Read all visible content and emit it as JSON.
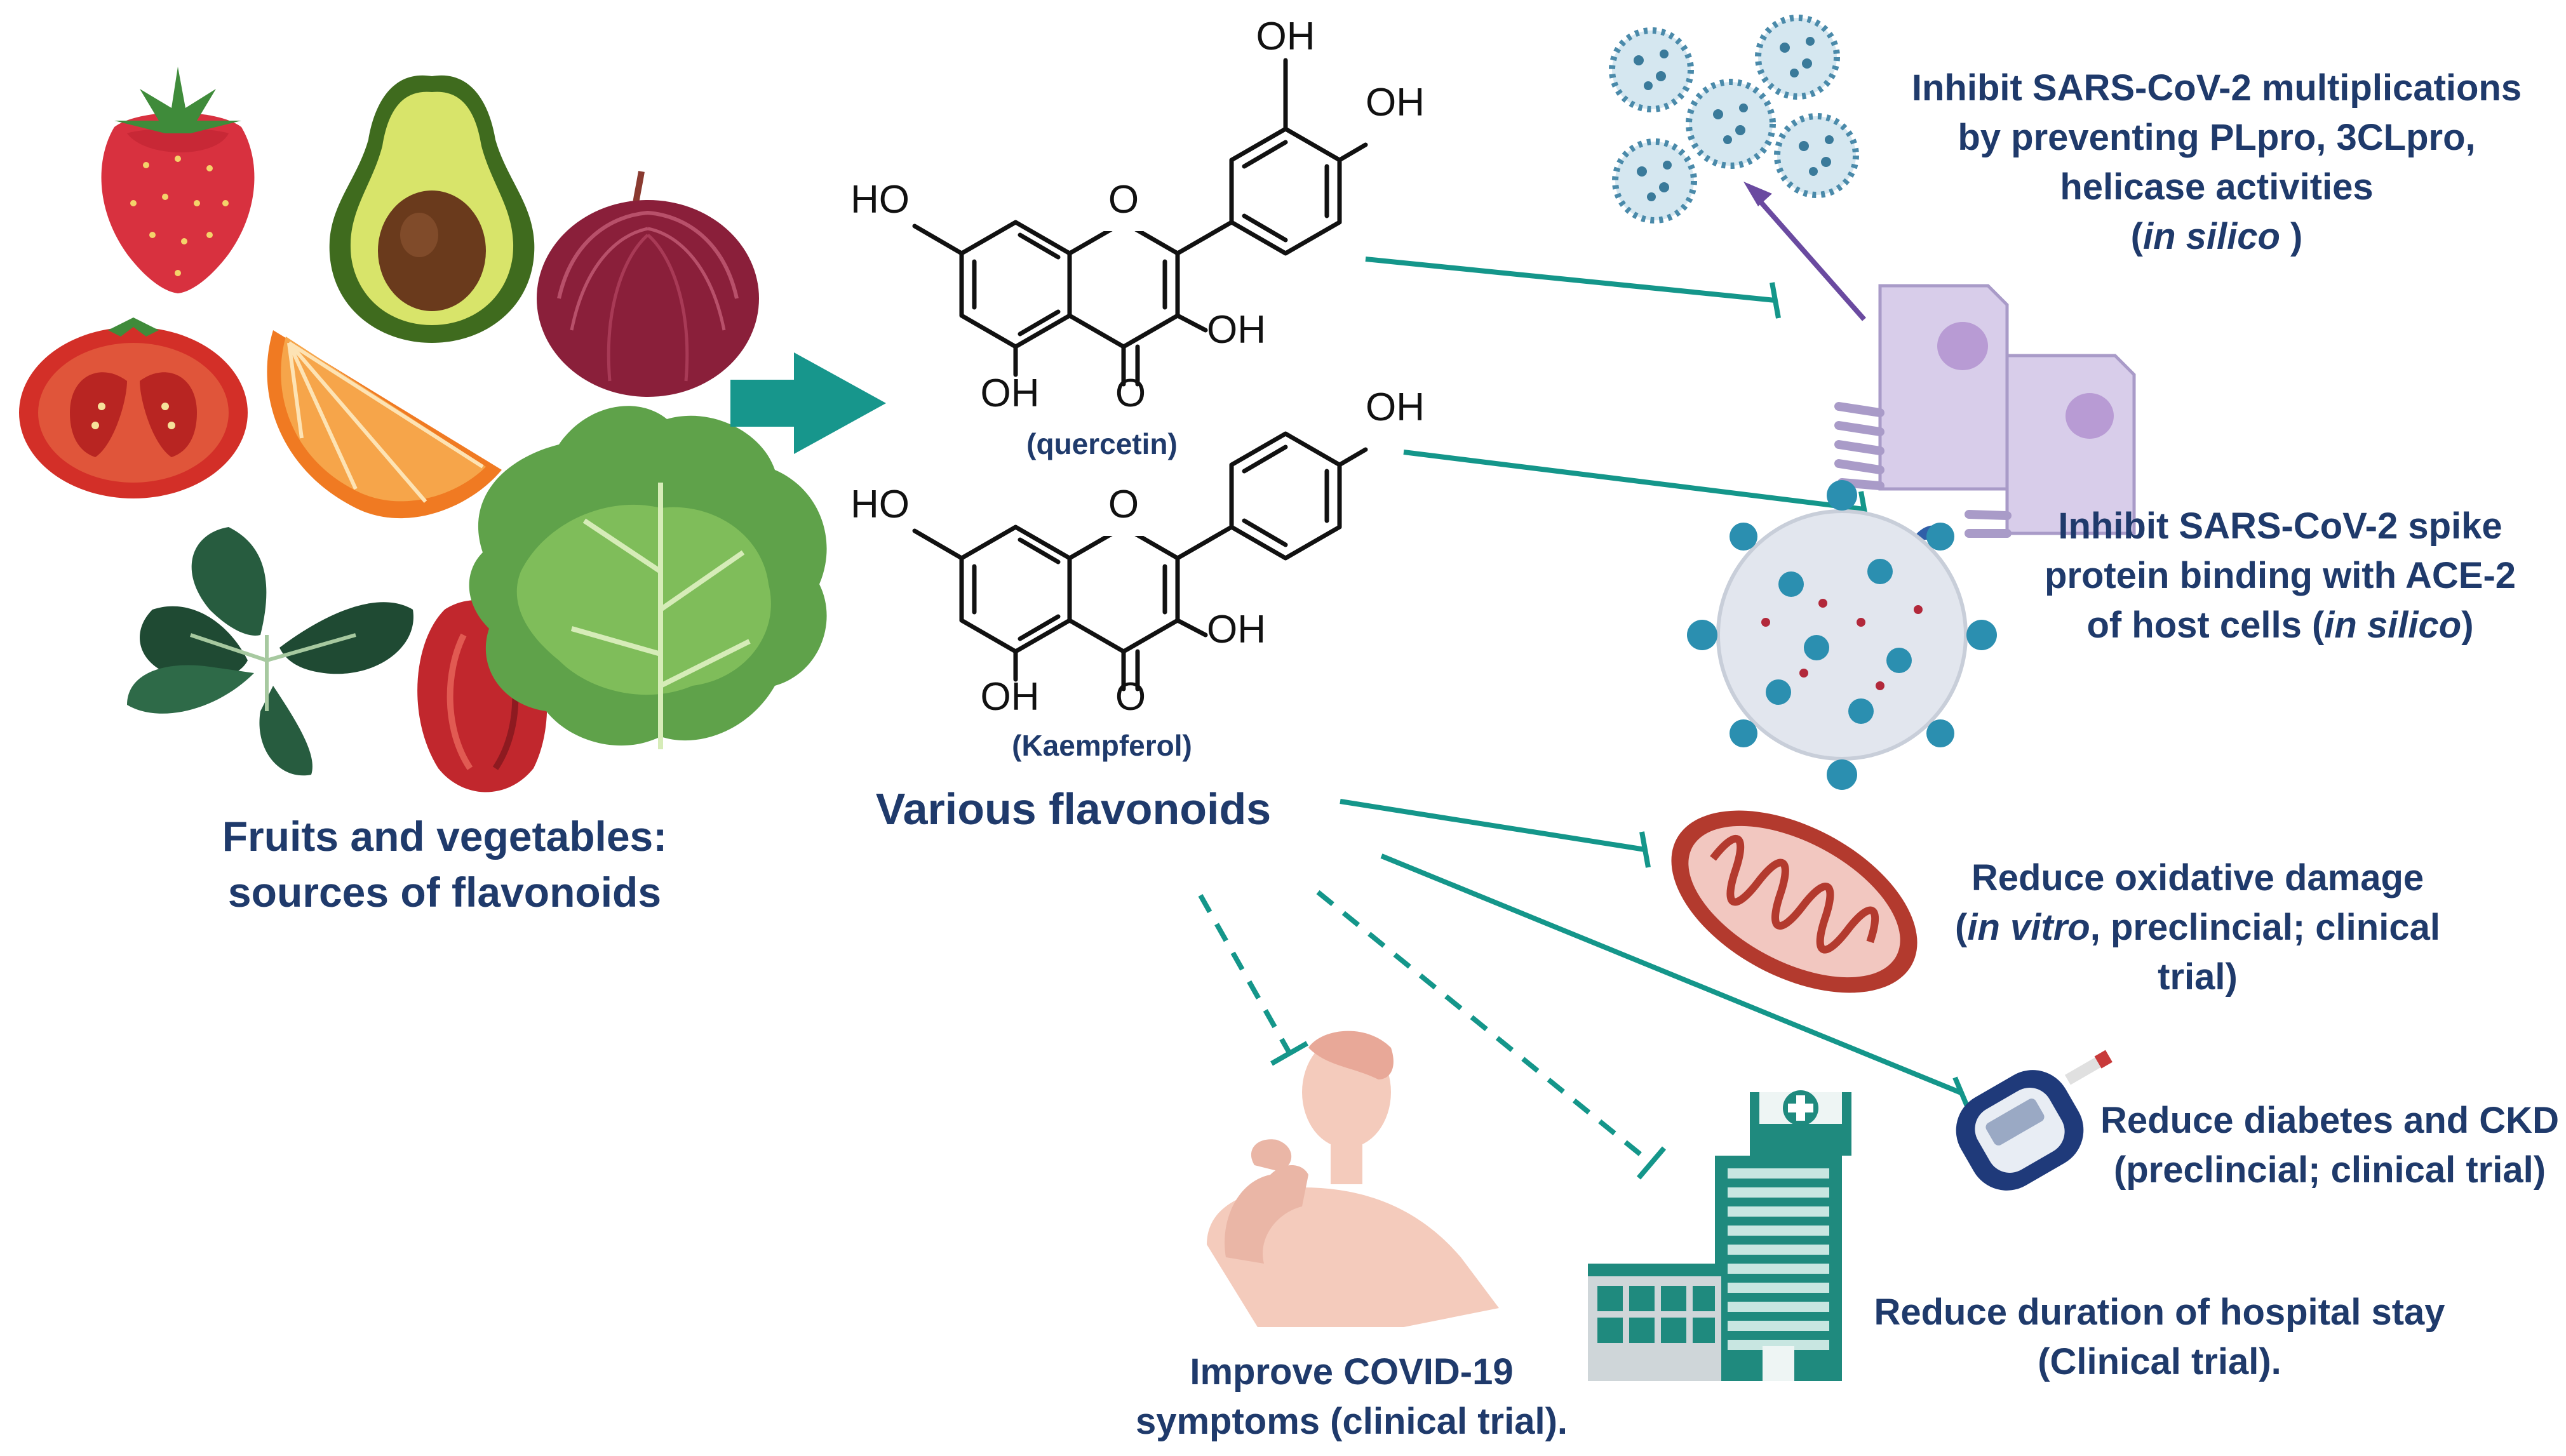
{
  "sources": {
    "line1": "Fruits and vegetables:",
    "line2": "sources of flavonoids"
  },
  "flavonoids": {
    "quercetin_label": "(quercetin)",
    "kaempferol_label": "(Kaempferol)",
    "group_label": "Various flavonoids",
    "chem": {
      "oh": "OH",
      "ho": "HO",
      "o": "O"
    }
  },
  "effects": {
    "multiplication": {
      "line1": "Inhibit SARS-CoV-2 multiplications",
      "line2": "by preventing PLpro, 3CLpro,",
      "line3": "helicase activities",
      "line4_italic": "in silico",
      "paren_open": "(",
      "paren_close": " )"
    },
    "spike": {
      "line1": "Inhibit SARS-CoV-2 spike",
      "line2": "protein binding with ACE-2",
      "line3_prefix": "of host cells (",
      "line3_italic": "in silico",
      "line3_suffix": ")"
    },
    "oxidative": {
      "line1": "Reduce oxidative damage",
      "line2_prefix": "(",
      "line2_italic": "in vitro",
      "line2_suffix": ", preclincial; clinical",
      "line3": "trial)"
    },
    "diabetes": {
      "line1": "Reduce diabetes and CKD",
      "line2": "(preclincial; clinical trial)"
    },
    "hospital": {
      "line1": "Reduce duration of hospital stay",
      "line2": "(Clinical trial)."
    },
    "symptoms": {
      "line1": "Improve COVID-19",
      "line2": "symptoms (clinical trial)."
    }
  },
  "colors": {
    "label_text": "#1f3a6b",
    "inhibition_line": "#14968a",
    "activation_arrow": "#6a4aa0",
    "main_arrow": "#17968c"
  }
}
